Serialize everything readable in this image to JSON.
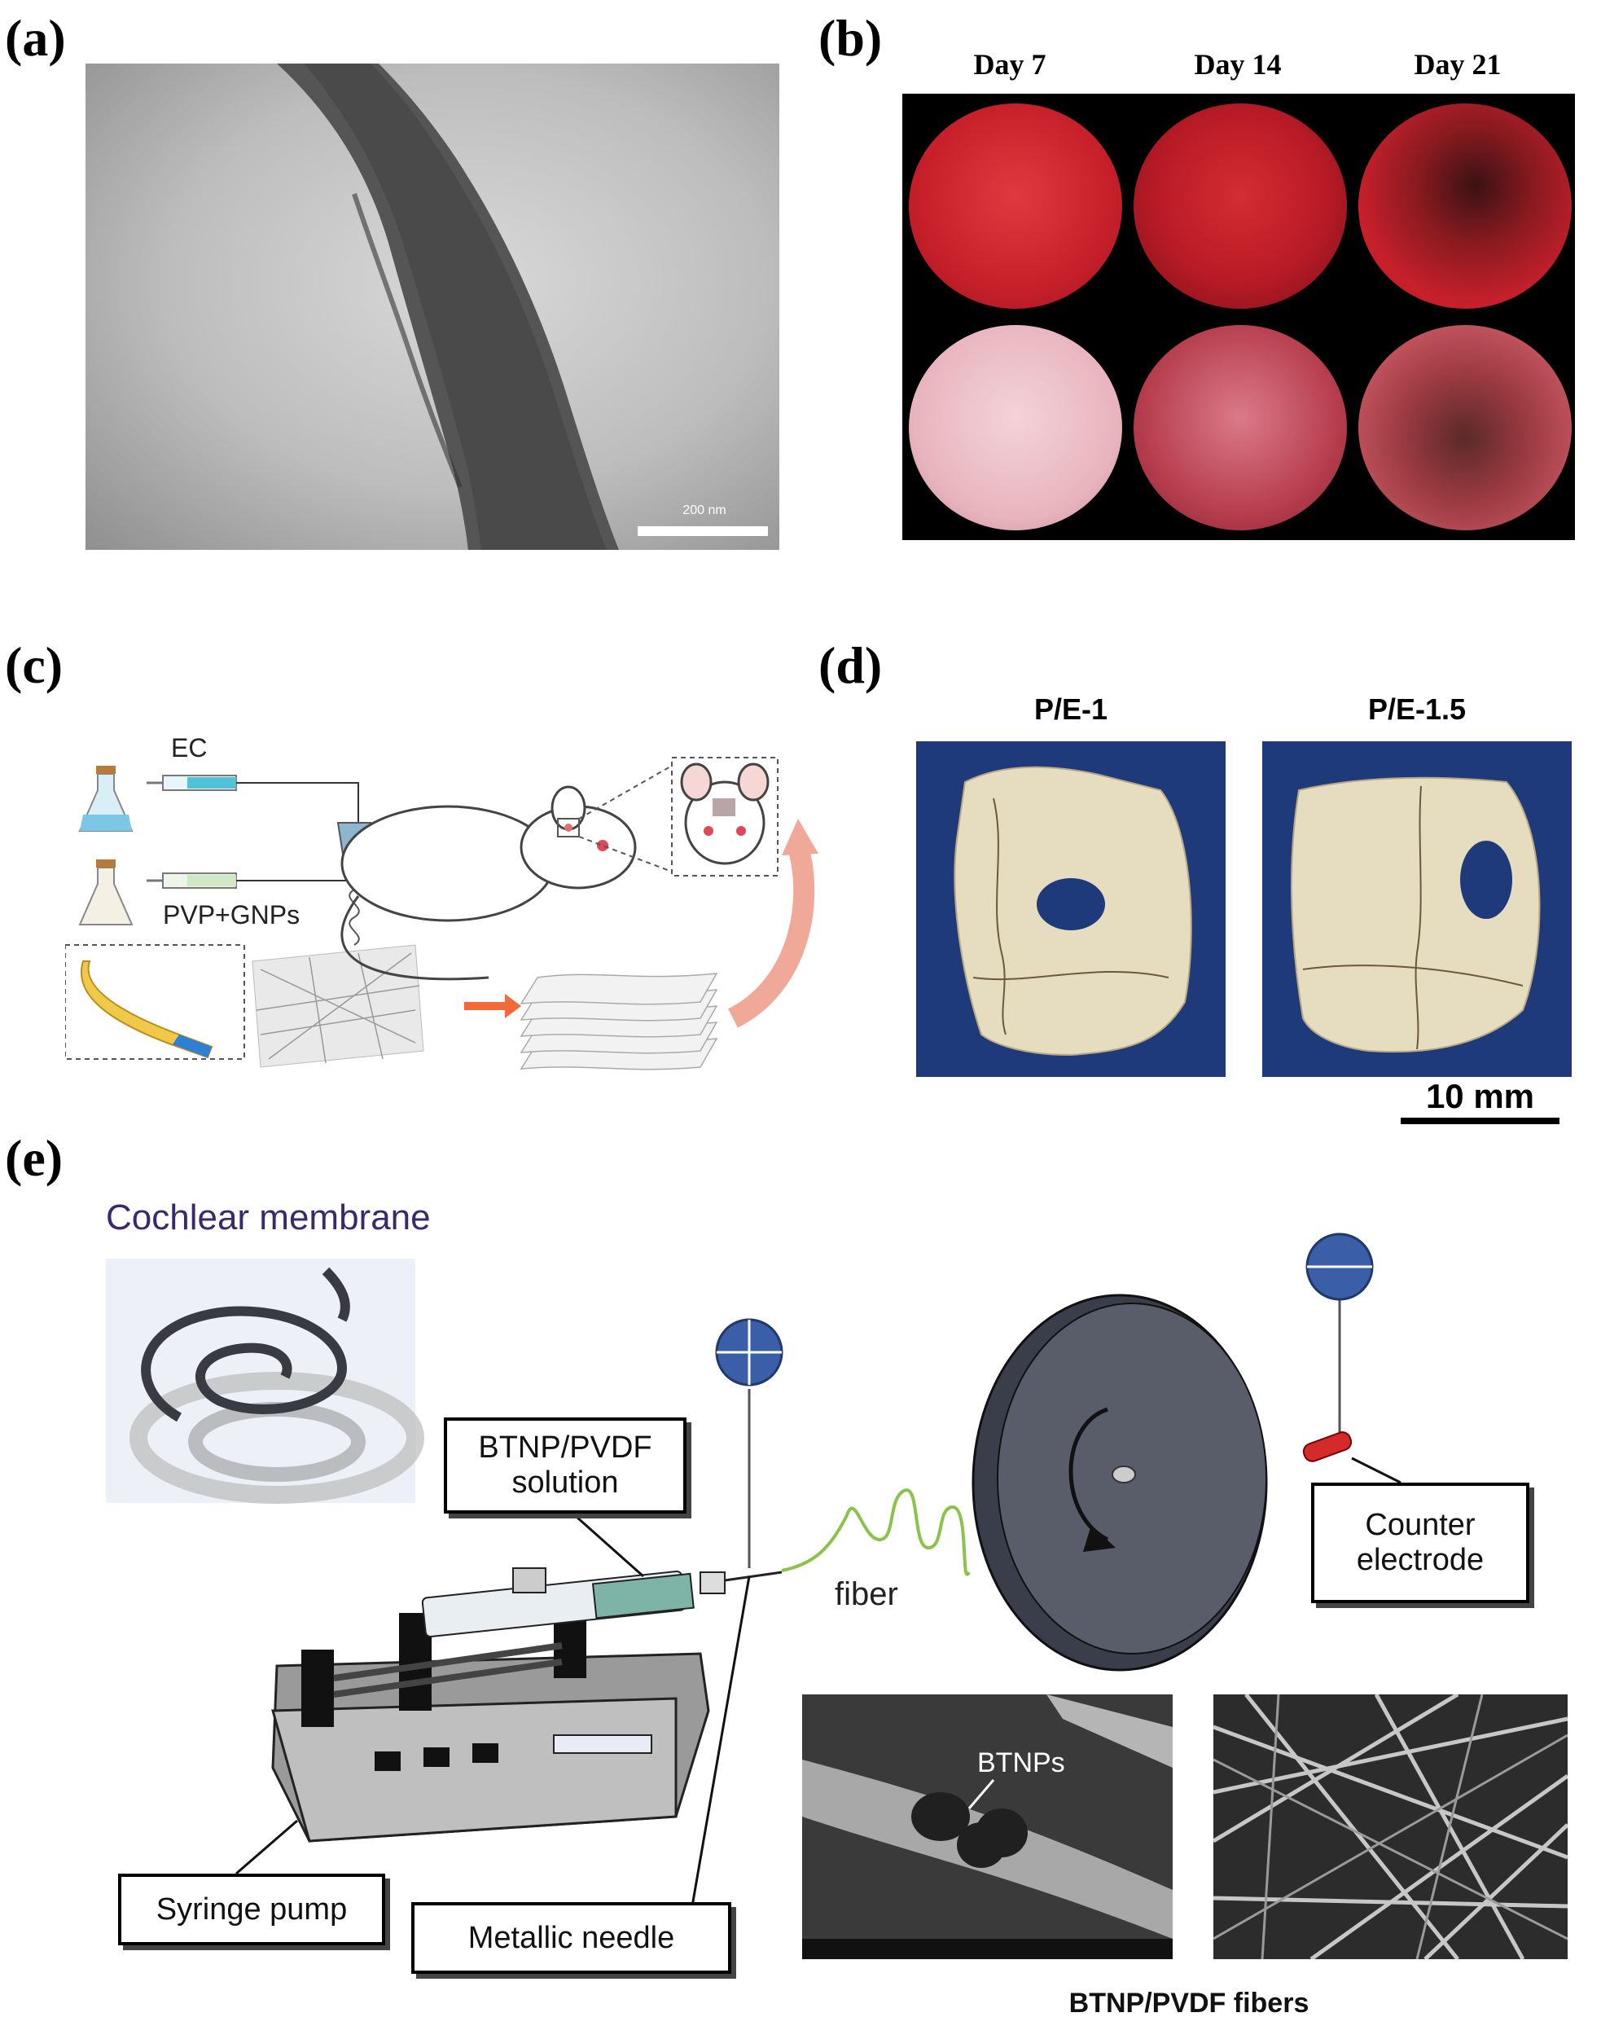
{
  "panels": {
    "a": {
      "label": "(a)",
      "scale_bar": "200 nm"
    },
    "b": {
      "label": "(b)",
      "days": [
        "Day 7",
        "Day 14",
        "Day 21"
      ]
    },
    "c": {
      "label": "(c)",
      "ec_label": "EC",
      "pvp_label": "PVP+GNPs"
    },
    "d": {
      "label": "(d)",
      "left_title": "P/E-1",
      "right_title": "P/E-1.5",
      "scale_bar": "10 mm"
    },
    "e": {
      "label": "(e)",
      "cochlear_label": "Cochlear membrane",
      "solution_label": "BTNP/PVDF\nsolution",
      "fiber_label": "fiber",
      "counter_label": "Counter\nelectrode",
      "pump_label": "Syringe pump",
      "needle_label": "Metallic needle",
      "btnps_label": "BTNPs",
      "fibers_caption": "BTNP/PVDF fibers"
    }
  },
  "colors": {
    "stain_red": "#c8202b",
    "stain_pink": "#e8b4bd",
    "ct_background": "#1f3a7a",
    "bone": "#e6dcc0",
    "sphere_blue": "#3b5ea8",
    "fiber_green": "#8bc34a",
    "electrode_red": "#d42a2a",
    "cochlear_text": "#3b2a6b"
  }
}
